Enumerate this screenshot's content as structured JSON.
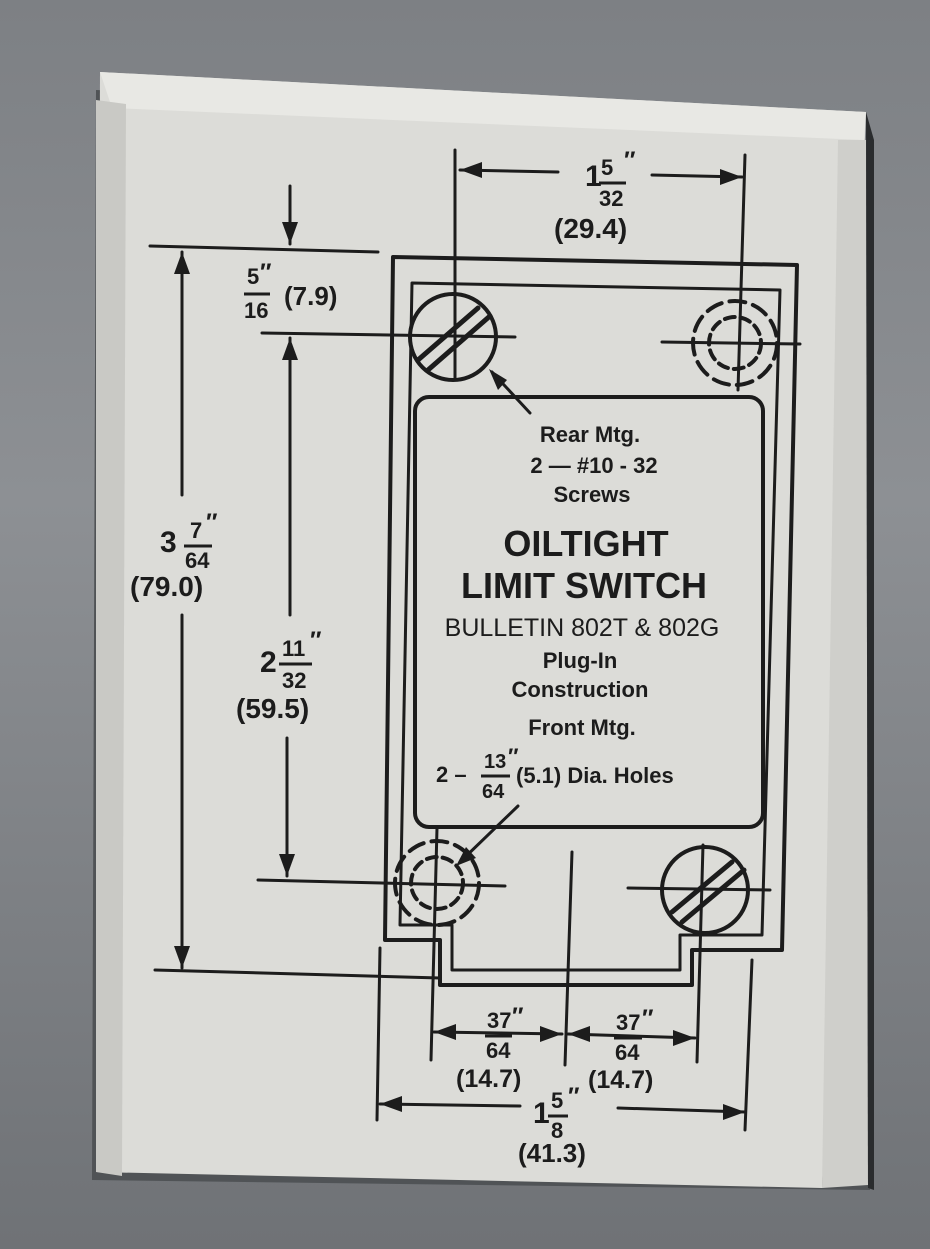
{
  "dimensions": {
    "top_width": {
      "whole": "1",
      "num": "5",
      "den": "32",
      "mark": "″",
      "metric": "(29.4)"
    },
    "top_offset": {
      "num": "5",
      "den": "16",
      "mark": "″",
      "metric": "(7.9)"
    },
    "overall_height": {
      "whole": "3",
      "num": "7",
      "den": "64",
      "mark": "″",
      "metric": "(79.0)"
    },
    "hole_spacing": {
      "whole": "2",
      "num": "11",
      "den": "32",
      "mark": "″",
      "metric": "(59.5)"
    },
    "bottom_left": {
      "num": "37",
      "den": "64",
      "mark": "″",
      "metric": "(14.7)"
    },
    "bottom_right": {
      "num": "37",
      "den": "64",
      "mark": "″",
      "metric": "(14.7)"
    },
    "overall_width": {
      "whole": "1",
      "num": "5",
      "den": "8",
      "mark": "″",
      "metric": "(41.3)"
    }
  },
  "label": {
    "rear_line1": "Rear Mtg.",
    "rear_line2": "2 — #10 - 32",
    "rear_line3": "Screws",
    "title_line1": "OILTIGHT",
    "title_line2": "LIMIT SWITCH",
    "bulletin": "BULLETIN 802T & 802G",
    "plug_line1": "Plug-In",
    "plug_line2": "Construction",
    "front_mtg": "Front Mtg.",
    "holes_prefix": "2 –",
    "holes_num": "13",
    "holes_den": "64",
    "holes_mark": "″",
    "holes_suffix": "(5.1) Dia. Holes"
  },
  "colors": {
    "box_face": "#dcdcd8",
    "ink": "#1c1c1c",
    "background": "#85888c"
  }
}
